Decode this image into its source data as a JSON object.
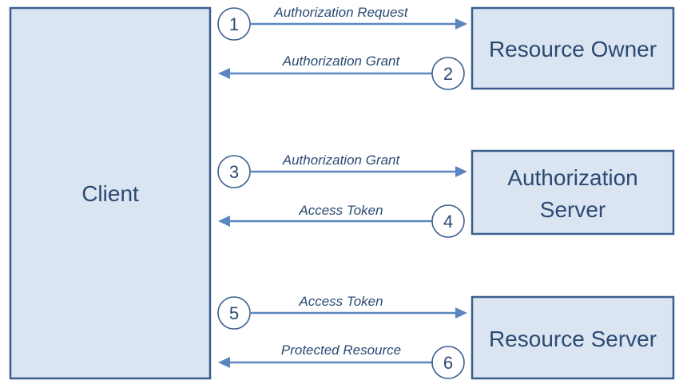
{
  "actors": {
    "client": "Client",
    "resource_owner": "Resource Owner",
    "authorization_server": [
      "Authorization",
      "Server"
    ],
    "resource_server": "Resource Server"
  },
  "flows": [
    {
      "step": "1",
      "label": "Authorization Request",
      "direction": "right",
      "target": "resource_owner"
    },
    {
      "step": "2",
      "label": "Authorization Grant",
      "direction": "left",
      "target": "resource_owner"
    },
    {
      "step": "3",
      "label": "Authorization Grant",
      "direction": "right",
      "target": "authorization_server"
    },
    {
      "step": "4",
      "label": "Access Token",
      "direction": "left",
      "target": "authorization_server"
    },
    {
      "step": "5",
      "label": "Access Token",
      "direction": "right",
      "target": "resource_server"
    },
    {
      "step": "6",
      "label": "Protected Resource",
      "direction": "left",
      "target": "resource_server"
    }
  ],
  "colors": {
    "box_fill": "#dbe4f1",
    "box_border": "#3a5f8f",
    "arrow": "#5b86c0",
    "text": "#2b4a73"
  }
}
